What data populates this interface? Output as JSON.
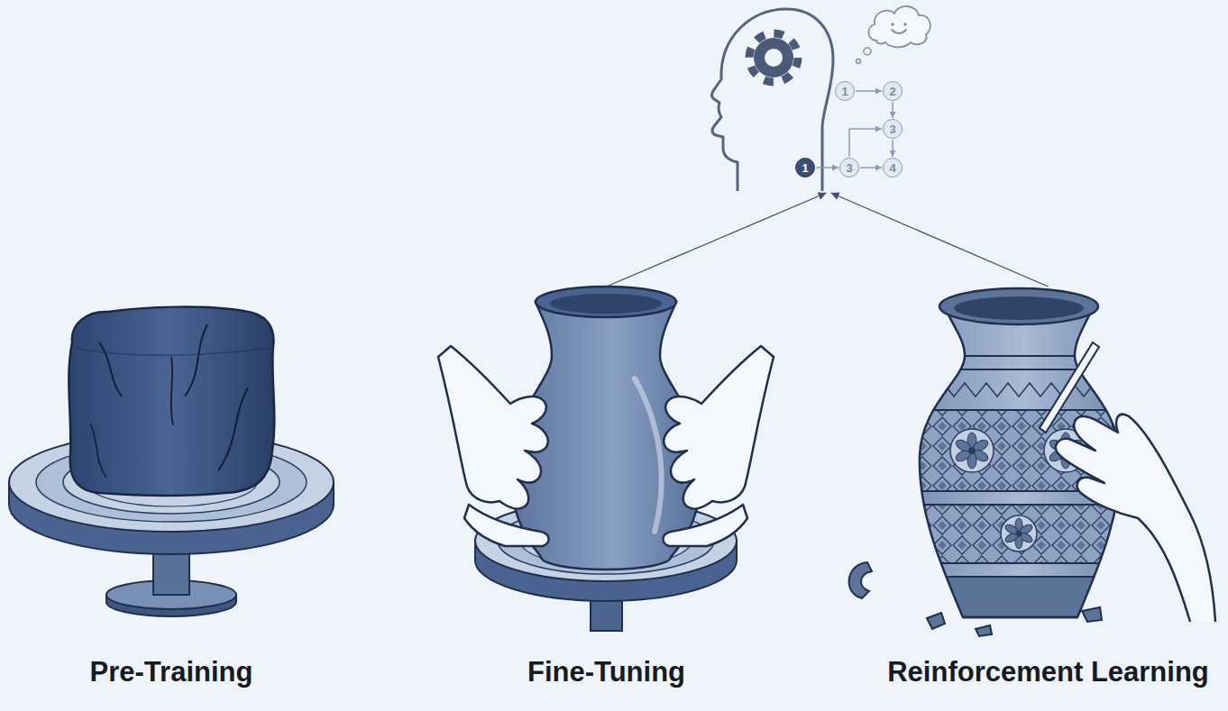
{
  "diagram": {
    "nodes": [
      {
        "text": []
      },
      {
        "text": [
          "1"
        ],
        "in": 0
      },
      {
        "text": [
          "2"
        ],
        "in": 0
      },
      {
        "text": [
          "3"
        ],
        "in": 0
      },
      {
        "text": [
          "1"
        ],
        "in": 0
      },
      {
        "text": [
          "3"
        ],
        "in": 0
      },
      {
        "text": [
          "4"
        ],
        "in": 0
      },
      {
        "text": [
          "Pre-Training"
        ]
      },
      {
        "text": [
          "Fine-Tuning"
        ]
      },
      {
        "text": [
          "Reinforcement Learning"
        ]
      }
    ],
    "edges": [
      {
        "from": 1,
        "to": 2,
        "arrow": "to"
      },
      {
        "from": 2,
        "to": 3,
        "arrow": "to"
      },
      {
        "from": 5,
        "to": 3,
        "arrow": "to"
      },
      {
        "from": 3,
        "to": 6,
        "arrow": "to"
      },
      {
        "from": 4,
        "to": 5,
        "arrow": "to"
      },
      {
        "from": 5,
        "to": 6,
        "arrow": "to"
      },
      {
        "from": 8,
        "to": 0,
        "arrow": "to"
      },
      {
        "from": 9,
        "to": 0,
        "arrow": "to"
      }
    ]
  }
}
